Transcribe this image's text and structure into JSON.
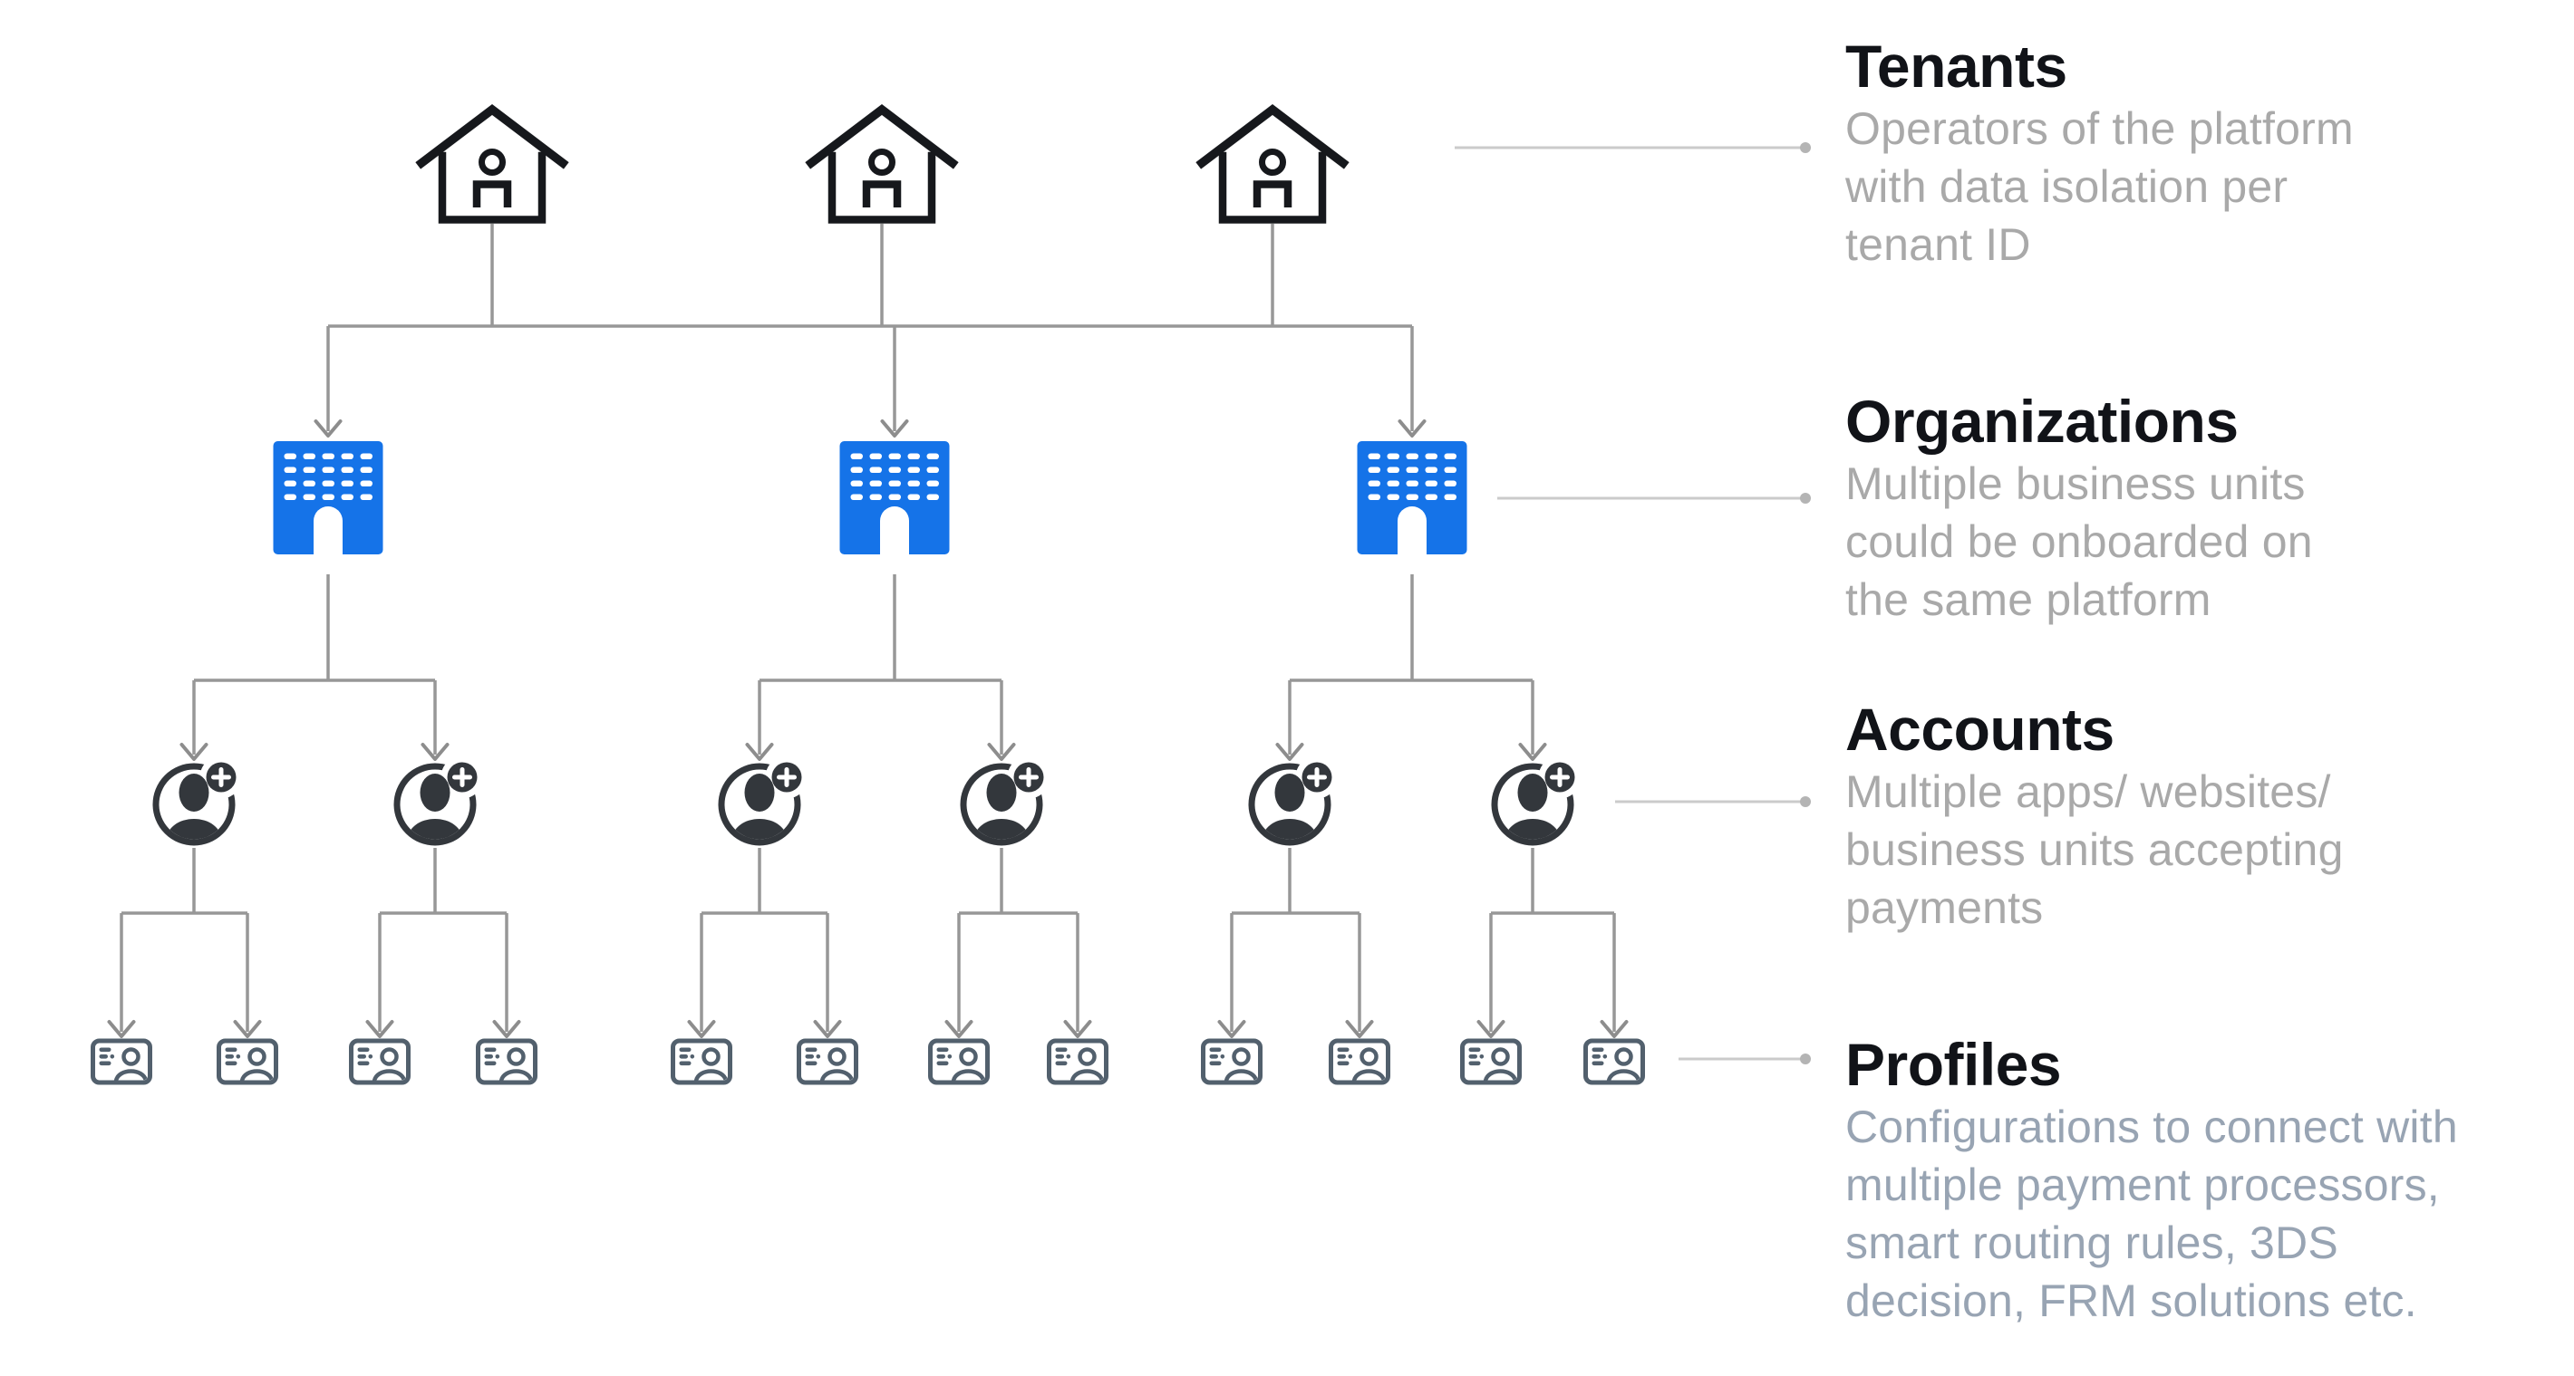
{
  "canvas": {
    "background": "#ffffff"
  },
  "diagram": {
    "structure": {
      "tenant_count": 3,
      "organization_count": 3,
      "accounts_per_organization": 2,
      "profiles_per_account": 2
    },
    "icons": {
      "tenant": "house-person-icon",
      "organization": "building-icon",
      "account": "user-add-icon",
      "profile": "id-card-icon"
    },
    "colors": {
      "tenant_icon": "#16181C",
      "organization_icon": "#1573E8",
      "account_icon": "#33373C",
      "profile_icon": "#52606D",
      "tree_line": "#979797",
      "arrow": "#8D8D8D",
      "leader_line": "#CBCBCB",
      "leader_dot": "#B4B4B4"
    }
  },
  "legend": {
    "heading_color": "#111318",
    "sections": [
      {
        "id": "tenants",
        "title": "Tenants",
        "description_lines": [
          "Operators of the platform",
          "with data isolation per",
          "tenant ID"
        ],
        "description_color": "#A9A9A9"
      },
      {
        "id": "organizations",
        "title": "Organizations",
        "description_lines": [
          "Multiple business units",
          "could be onboarded on",
          "the same platform"
        ],
        "description_color": "#A9A9A9"
      },
      {
        "id": "accounts",
        "title": "Accounts",
        "description_lines": [
          "Multiple apps/ websites/",
          "business units accepting",
          "payments"
        ],
        "description_color": "#A9A9A9"
      },
      {
        "id": "profiles",
        "title": "Profiles",
        "description_lines": [
          "Configurations to connect with",
          "multiple payment processors,",
          "smart routing rules, 3DS",
          "decision, FRM solutions etc."
        ],
        "description_color": "#98A4B3"
      }
    ]
  }
}
